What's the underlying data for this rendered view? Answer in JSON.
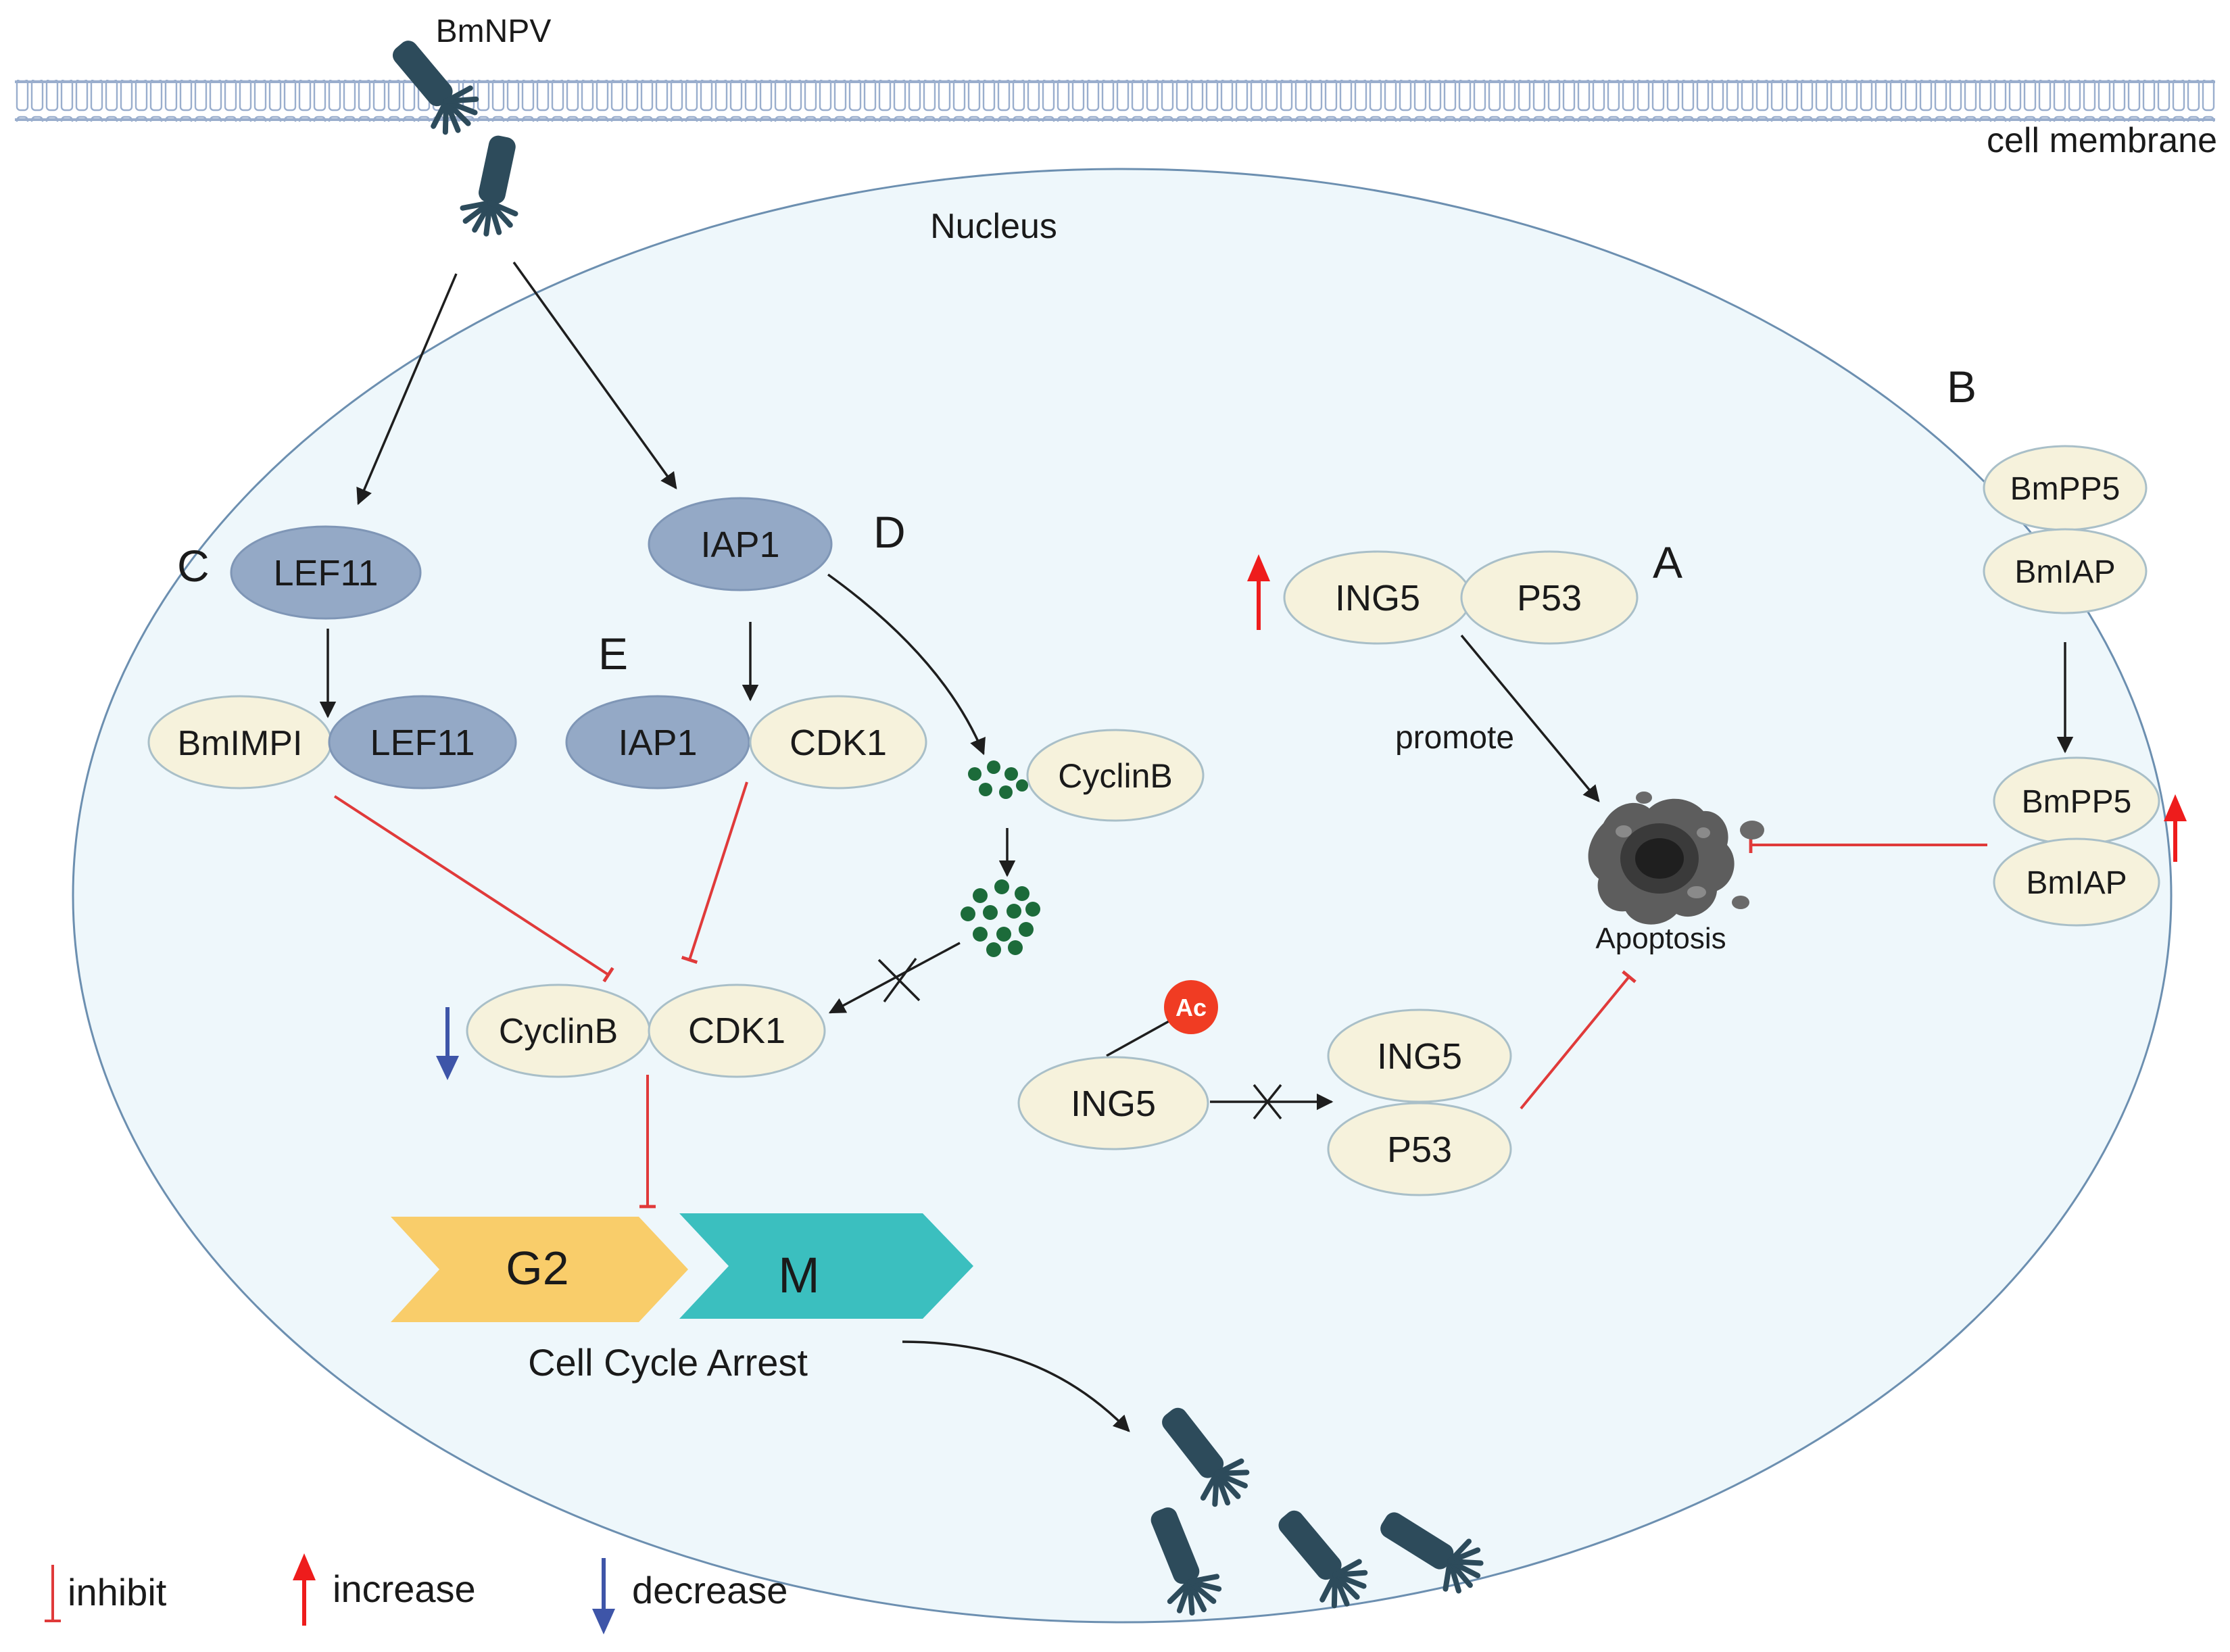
{
  "labels": {
    "virus": "BmNPV",
    "membrane": "cell membrane",
    "nucleus": "Nucleus",
    "panel_a": "A",
    "panel_b": "B",
    "panel_c": "C",
    "panel_d": "D",
    "panel_e": "E",
    "promote": "promote",
    "apoptosis": "Apoptosis",
    "cell_cycle_arrest": "Cell Cycle Arrest"
  },
  "proteins": {
    "lef11_top": "LEF11",
    "iap1_top": "IAP1",
    "bmimpi": "BmIMPI",
    "lef11_complex": "LEF11",
    "iap1_complex": "IAP1",
    "cdk1_complex": "CDK1",
    "cyclinb_top": "CyclinB",
    "cyclinb_bottom": "CyclinB",
    "cdk1_bottom": "CDK1",
    "ing5_a": "ING5",
    "p53_a": "P53",
    "ing5_ac": "ING5",
    "acetyl": "Ac",
    "ing5_complex": "ING5",
    "p53_complex": "P53",
    "bmpp5_top": "BmPP5",
    "bmiap_top": "BmIAP",
    "bmpp5_bottom": "BmPP5",
    "bmiap_bottom": "BmIAP"
  },
  "phases": {
    "g2": "G2",
    "m": "M"
  },
  "legend": {
    "inhibit": "inhibit",
    "increase": "increase",
    "decrease": "decrease"
  },
  "colors": {
    "nucleus_fill": "#eef7fb",
    "nucleus_stroke": "#6c8fb0",
    "protein_pale": "#f6f2dc",
    "protein_pale_stroke": "#a9bfc8",
    "protein_blue": "#94a9c6",
    "protein_blue_stroke": "#7f96b6",
    "inhibit": "#e03a3a",
    "increase": "#ee1c1c",
    "decrease": "#3e55a8",
    "arrow": "#1e1e1e",
    "g2": "#f9cd6a",
    "m": "#3bbfbf",
    "virus": "#2d4b5b",
    "granule": "#1c6b3a",
    "acetyl": "#f03c23"
  }
}
